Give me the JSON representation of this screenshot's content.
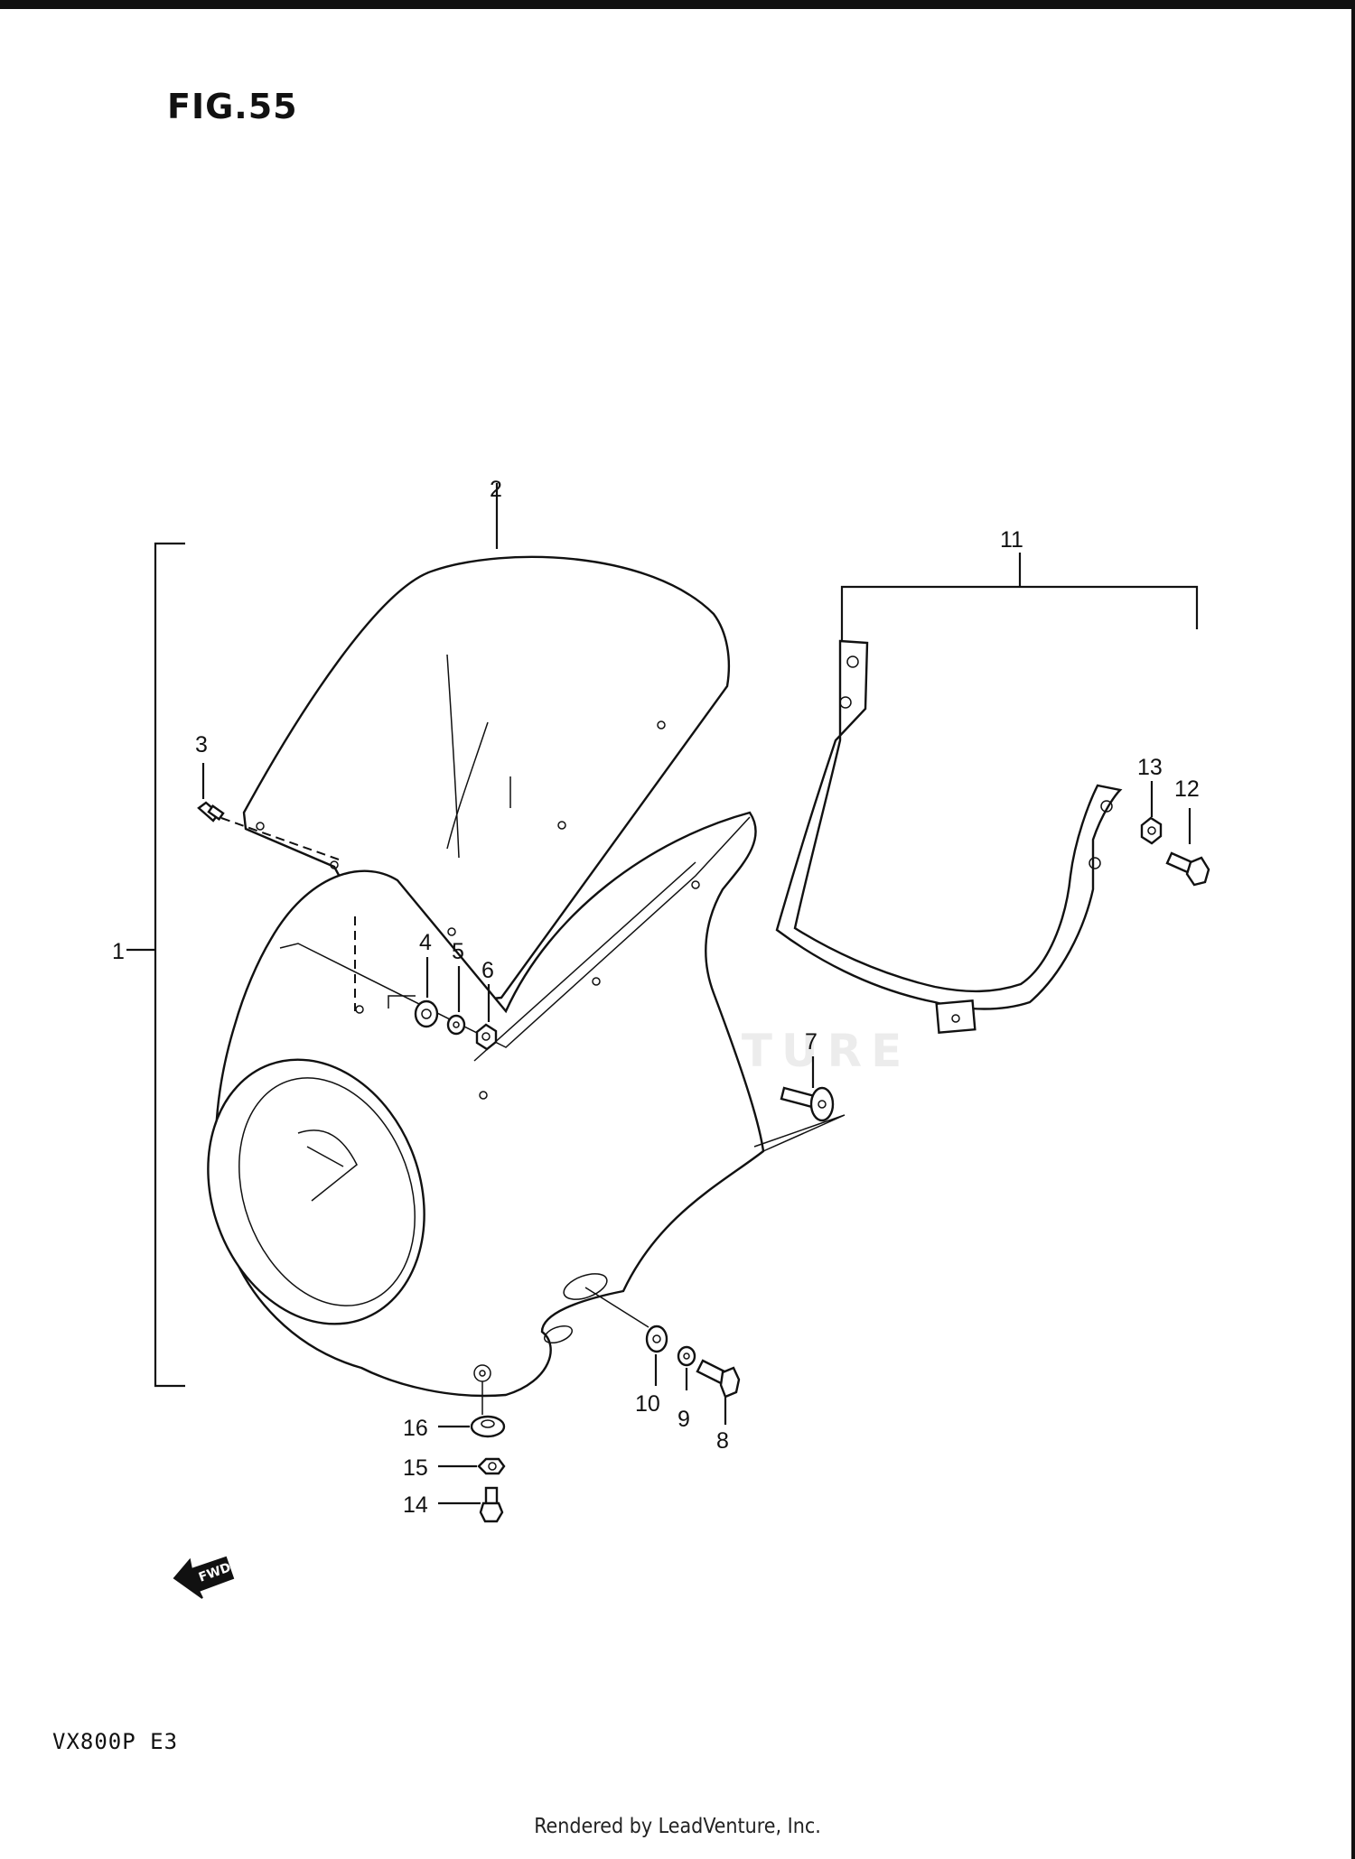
{
  "figure": {
    "title": "FIG.55",
    "model_code": "VX800P  E3",
    "watermark": "LEADVENTURE",
    "footer": "Rendered by LeadVenture, Inc.",
    "fwd_label": "FWD"
  },
  "callouts": [
    {
      "id": "1"
    },
    {
      "id": "2"
    },
    {
      "id": "3"
    },
    {
      "id": "4"
    },
    {
      "id": "5"
    },
    {
      "id": "6"
    },
    {
      "id": "7"
    },
    {
      "id": "8"
    },
    {
      "id": "9"
    },
    {
      "id": "10"
    },
    {
      "id": "11"
    },
    {
      "id": "12"
    },
    {
      "id": "13"
    },
    {
      "id": "14"
    },
    {
      "id": "15"
    },
    {
      "id": "16"
    }
  ]
}
